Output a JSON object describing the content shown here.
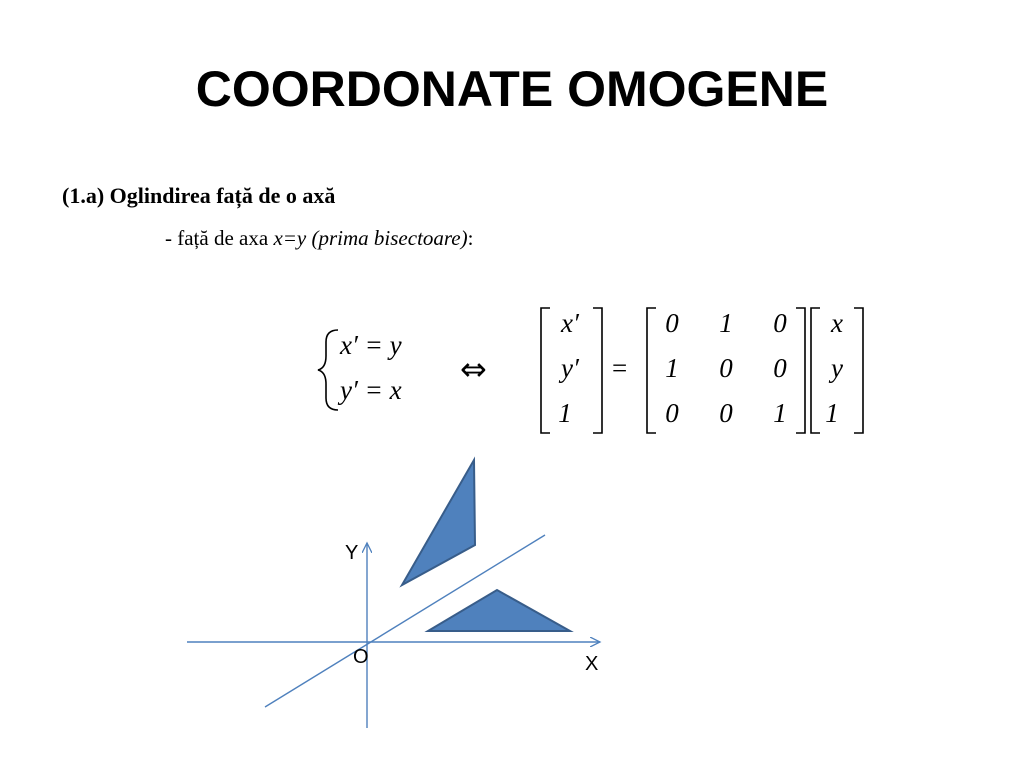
{
  "slide": {
    "title": "COORDONATE OMOGENE",
    "heading": "(1.a) Oglindirea față de o axă",
    "sub_prefix": "- față de axa ",
    "sub_math": "x=y",
    "sub_italic": " (prima bisectoare)",
    "sub_suffix": ":"
  },
  "system": {
    "eq1": "x′ = y",
    "eq2": "y′ = x"
  },
  "equivalence_symbol": "⇔",
  "equals_symbol": "=",
  "matrix_equation": {
    "left_vector": [
      "x′",
      "y′",
      "1"
    ],
    "matrix": [
      [
        "0",
        "1",
        "0"
      ],
      [
        "1",
        "0",
        "0"
      ],
      [
        "0",
        "0",
        "1"
      ]
    ],
    "right_vector": [
      "x",
      "y",
      "1"
    ]
  },
  "diagram": {
    "axis_y_label": "Y",
    "axis_x_label": "X",
    "origin_label": "O",
    "axis_color": "#4f81bd",
    "shape_fill": "#4f81bd",
    "shape_stroke": "#385d8a"
  }
}
